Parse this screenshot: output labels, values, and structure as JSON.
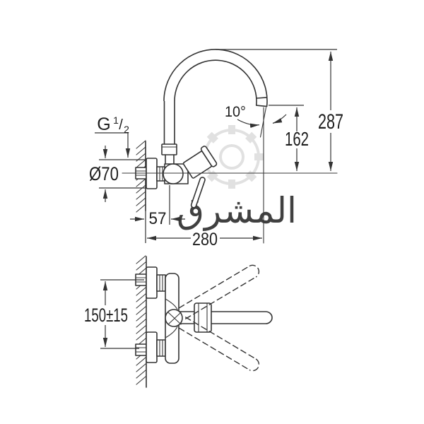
{
  "page": {
    "background": "#ffffff",
    "line_color": "#333333",
    "text_color": "#1f1f1f"
  },
  "drawing_type": "faucet-installation-dimension-drawing",
  "labels": {
    "thread_prefix": "G",
    "thread_numerator": "1",
    "thread_slash": "/",
    "thread_denominator": "2",
    "escutcheon_diameter": "Ø70",
    "wall_to_pipe_axis": "57",
    "wall_to_spout_outlet": "280",
    "outlet_angle": "10°",
    "outlet_height_above_axis": "162",
    "spout_top_above_axis": "287",
    "connection_spacing": "150±15"
  },
  "watermark": {
    "text": "المشرق",
    "color": "#dcdcdc"
  }
}
